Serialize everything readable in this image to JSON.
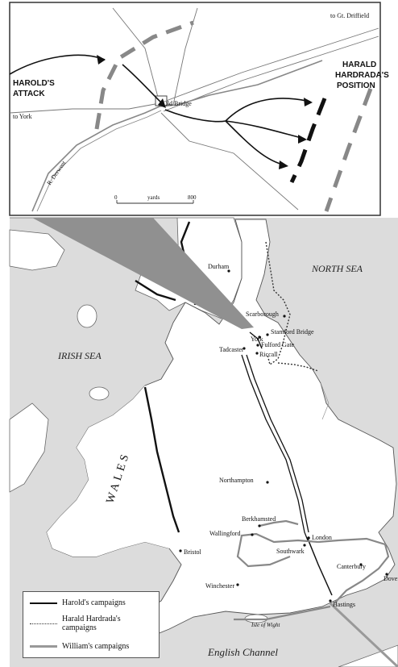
{
  "inset": {
    "labels": {
      "harolds_attack": "HAROLD'S ATTACK",
      "harald_position": "HARALD HARDRADA'S POSITION",
      "old_bridge": "Old Bridge",
      "to_york": "to York",
      "to_driffield": "to Gt. Driffield",
      "river": "R. Derwent"
    },
    "scale": {
      "start": "0",
      "unit": "yards",
      "end": "800"
    }
  },
  "main_map": {
    "seas": {
      "north": "NORTH SEA",
      "irish": "IRISH SEA",
      "channel": "English Channel"
    },
    "region": "WALES",
    "places": {
      "durham": "Durham",
      "scarborough": "Scarborough",
      "stamford_bridge": "Stamford Bridge",
      "york": "York",
      "fulford": "Fulford Gate",
      "riccall": "Riccall",
      "tadcaster": "Tadcaster",
      "northampton": "Northampton",
      "berkhamsted": "Berkhamsted",
      "wallingford": "Wallingford",
      "london": "London",
      "southwark": "Southwark",
      "bristol": "Bristol",
      "canterbury": "Canterbury",
      "dover": "Dover",
      "winchester": "Winchester",
      "hastings": "Hastings",
      "isle_of_wight": "Isle of Wight"
    }
  },
  "legend": {
    "harold": "Harold's campaigns",
    "harald": "Harald Hardrada's campaigns",
    "william": "William's campaigns"
  }
}
